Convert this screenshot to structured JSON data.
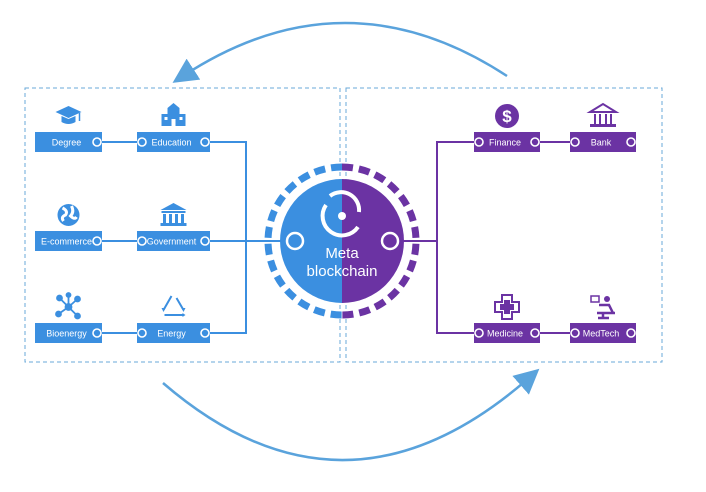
{
  "colors": {
    "blue": "#3b8fe0",
    "purple": "#6b33a3",
    "arrow": "#5aa3dc"
  },
  "center": {
    "line1": "Meta",
    "line2": "blockchain"
  },
  "left_nodes": [
    {
      "label": "Degree",
      "icon": "graduation-cap-icon"
    },
    {
      "label": "Education",
      "icon": "school-building-icon"
    },
    {
      "label": "E-commerce",
      "icon": "globe-icon"
    },
    {
      "label": "Government",
      "icon": "government-building-icon"
    },
    {
      "label": "Bioenergy",
      "icon": "molecule-icon"
    },
    {
      "label": "Energy",
      "icon": "recycle-icon"
    }
  ],
  "right_nodes": [
    {
      "label": "Finance",
      "icon": "dollar-globe-icon"
    },
    {
      "label": "Bank",
      "icon": "bank-icon"
    },
    {
      "label": "Medicine",
      "icon": "medical-cross-icon"
    },
    {
      "label": "MedTech",
      "icon": "medtech-chair-icon"
    }
  ]
}
